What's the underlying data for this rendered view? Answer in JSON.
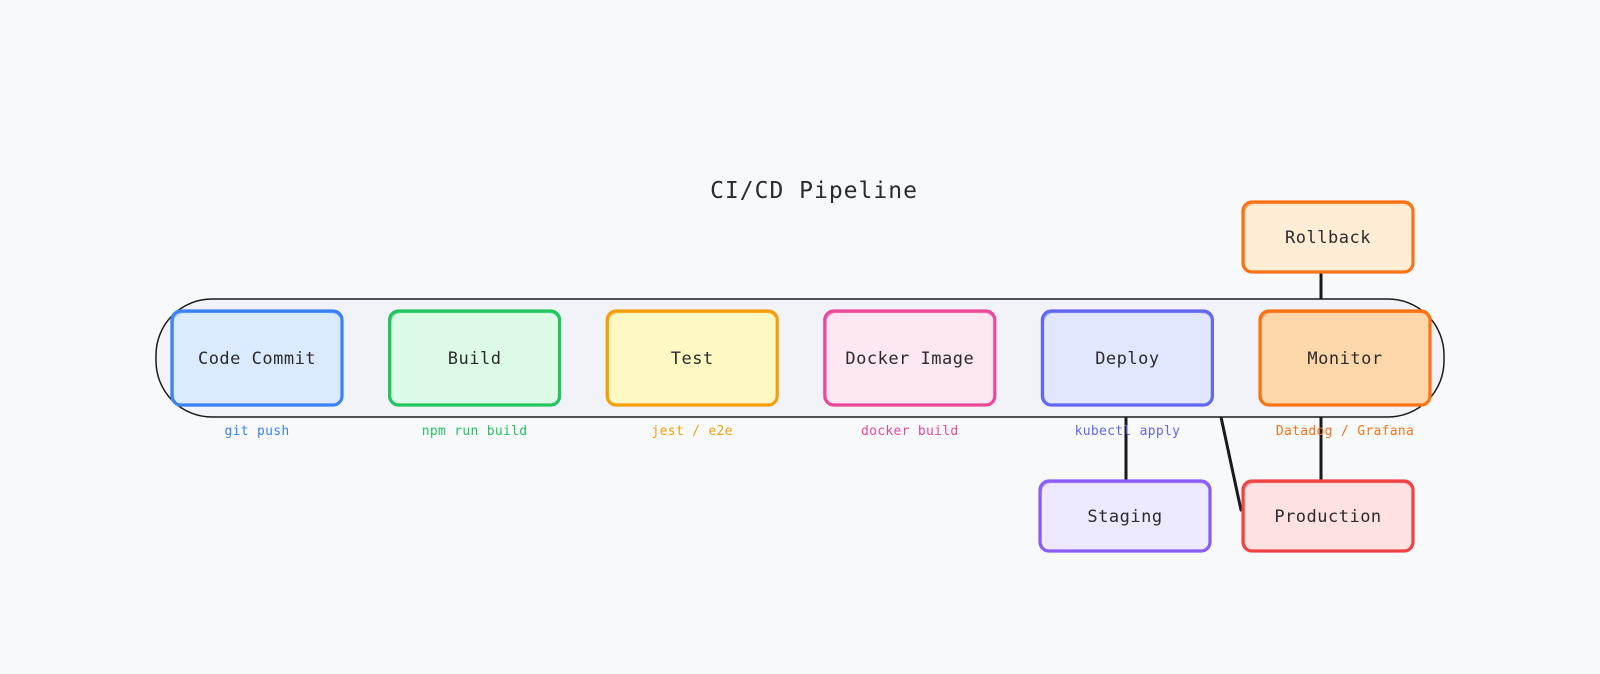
{
  "diagram": {
    "title": "CI/CD Pipeline",
    "stages": [
      {
        "id": "commit",
        "label": "Code Commit",
        "command": "git push",
        "stroke": "#3b82f6",
        "fill": "#dbeafe",
        "cmd_color": "#3b82f6"
      },
      {
        "id": "build",
        "label": "Build",
        "command": "npm run build",
        "stroke": "#22c55e",
        "fill": "#dcfce7",
        "cmd_color": "#22c55e"
      },
      {
        "id": "test",
        "label": "Test",
        "command": "jest / e2e",
        "stroke": "#f59e0b",
        "fill": "#fef9c3",
        "cmd_color": "#f59e0b"
      },
      {
        "id": "docker",
        "label": "Docker Image",
        "command": "docker build",
        "stroke": "#ec4899",
        "fill": "#fce7f3",
        "cmd_color": "#ec4899"
      },
      {
        "id": "deploy",
        "label": "Deploy",
        "command": "kubectl apply",
        "stroke": "#6366f1",
        "fill": "#e0e7ff",
        "cmd_color": "#6366f1"
      },
      {
        "id": "monitor",
        "label": "Monitor",
        "command": "Datadog / Grafana",
        "stroke": "#f97316",
        "fill": "#fed7aa",
        "cmd_color": "#f97316"
      }
    ],
    "side_nodes": [
      {
        "id": "rollback",
        "label": "Rollback",
        "stroke": "#f97316",
        "fill": "#ffedd5"
      },
      {
        "id": "staging",
        "label": "Staging",
        "stroke": "#8b5cf6",
        "fill": "#ede9fe"
      },
      {
        "id": "production",
        "label": "Production",
        "stroke": "#ef4444",
        "fill": "#fee2e2"
      }
    ],
    "connections": [
      {
        "from": "monitor",
        "to": "rollback"
      },
      {
        "from": "deploy",
        "to": "staging"
      },
      {
        "from": "deploy",
        "to": "production"
      },
      {
        "from": "monitor",
        "to": "production"
      }
    ],
    "colors": {
      "background": "#f8f9fb",
      "container_fill": "#f1f3f8",
      "container_stroke": "#1a1a1a",
      "connector": "#1a1a1a"
    }
  }
}
